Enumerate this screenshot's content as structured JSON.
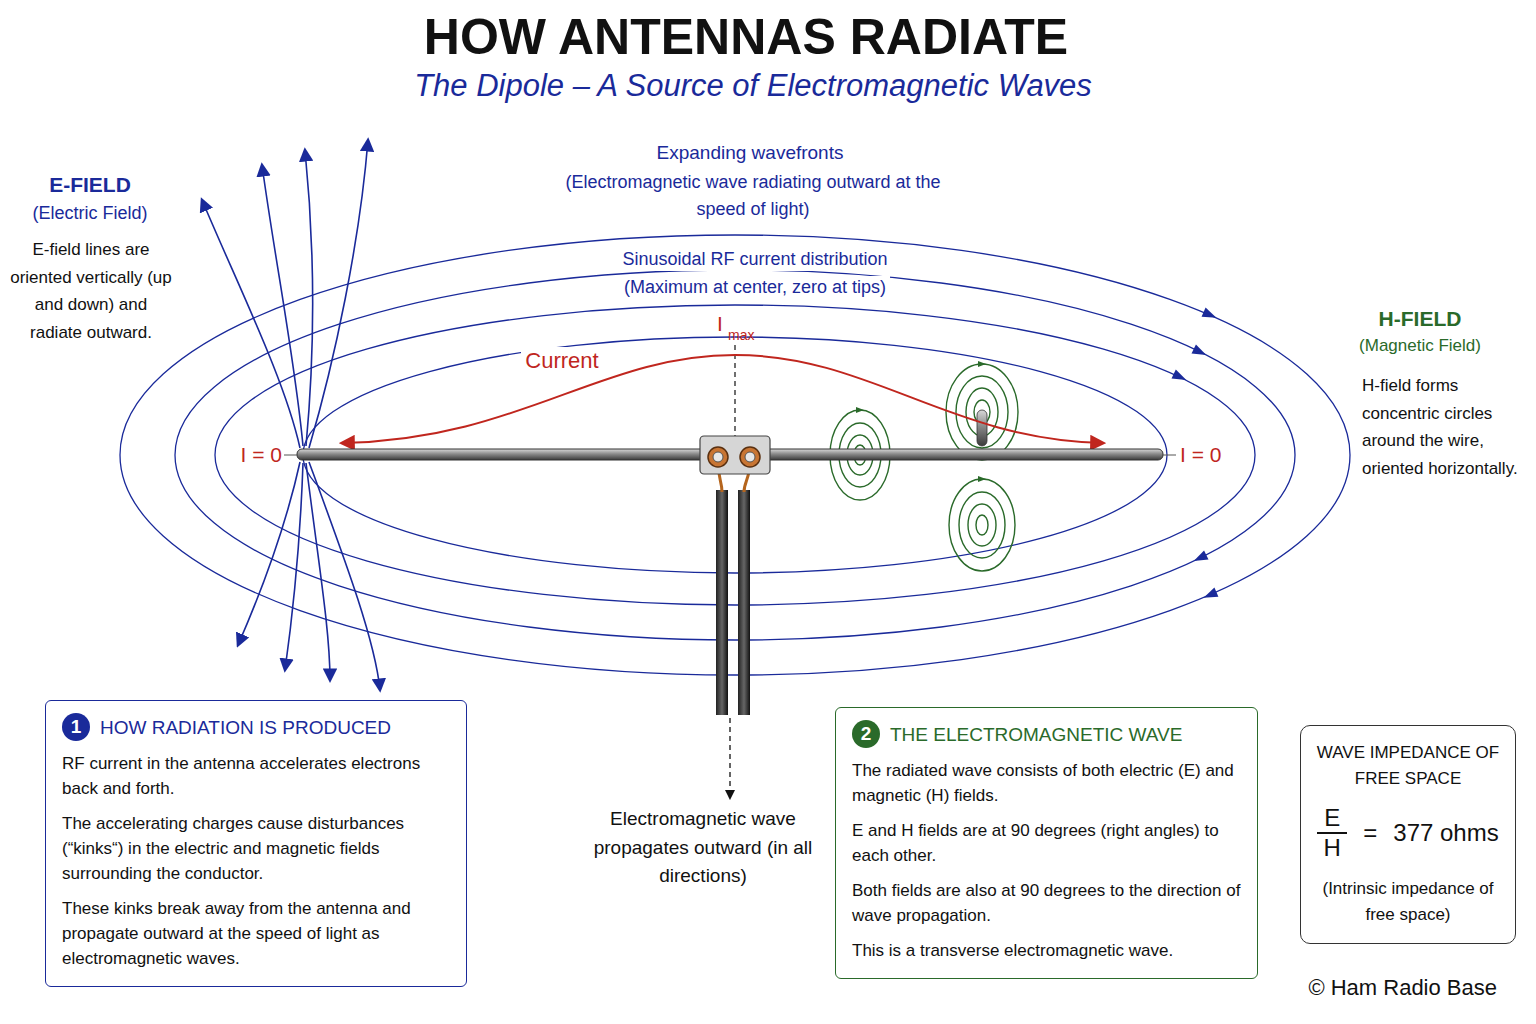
{
  "diagram": {
    "title": "HOW ANTENNAS RADIATE",
    "nodes": [
      {
        "text": [
          "1",
          "HOW RADIATION IS PRODUCED",
          "RF current in the antenna accelerates electrons back and forth.",
          "The accelerating charges cause disturbances (“kinks“) in the electric and magnetic fields surrounding the conductor.",
          "These kinks break away from the antenna and propagate outward at the speed of light as electromagnetic waves."
        ]
      },
      {
        "text": [
          "2",
          "THE ELECTROMAGNETIC WAVE",
          "The radiated wave consists of both electric (E) and magnetic (H) fields.",
          "E and H fields are at 90 degrees (right angles) to each other.",
          "Both fields are also at 90 degrees to the direction of wave propagation.",
          "This is a transverse electromagnetic wave."
        ]
      },
      {
        "text": [
          "WAVE IMPEDANCE OF FREE SPACE",
          "E",
          "H",
          "=",
          "377 ohms",
          "(Intrinsic impedance of free space)"
        ]
      }
    ],
    "labels": [
      "The Dipole – A Source of Electromagnetic Waves",
      "E-FIELD",
      "(Electric Field)",
      "E-field lines are oriented vertically (up and down) and radiate outward.",
      "Expanding wavefronts",
      "(Electromagnetic wave radiating outward at the speed of light)",
      "Sinusoidal RF current distribution",
      "(Maximum at center, zero at tips)",
      "I",
      "max",
      "Current",
      "I = 0",
      "I = 0",
      "H-FIELD",
      "(Magnetic Field)",
      "H-field forms concentric circles around the wire, oriented horizontally.",
      "Electromagnetic wave propagates outward (in all directions)",
      "© Ham Radio Base"
    ]
  }
}
